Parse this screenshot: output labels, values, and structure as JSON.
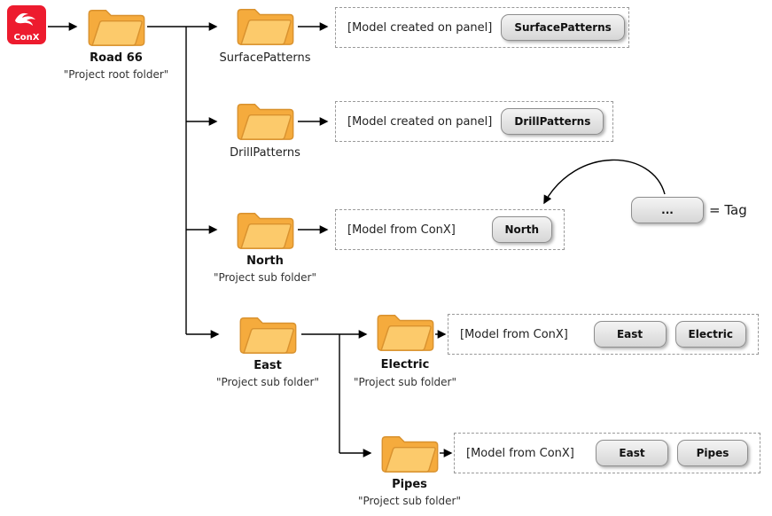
{
  "logo": {
    "text": "ConX"
  },
  "folders": {
    "root": {
      "name": "Road 66",
      "subtitle": "\"Project root folder\""
    },
    "surface": {
      "name": "SurfacePatterns"
    },
    "drill": {
      "name": "DrillPatterns"
    },
    "north": {
      "name": "North",
      "subtitle": "\"Project sub folder\""
    },
    "east": {
      "name": "East",
      "subtitle": "\"Project sub folder\""
    },
    "electric": {
      "name": "Electric",
      "subtitle": "\"Project sub folder\""
    },
    "pipes": {
      "name": "Pipes",
      "subtitle": "\"Project sub folder\""
    }
  },
  "boxes": {
    "surface": {
      "label": "[Model created on panel]",
      "tags": [
        "SurfacePatterns"
      ]
    },
    "drill": {
      "label": "[Model created on panel]",
      "tags": [
        "DrillPatterns"
      ]
    },
    "north": {
      "label": "[Model from ConX]",
      "tags": [
        "North"
      ]
    },
    "electric": {
      "label": "[Model from ConX]",
      "tags": [
        "East",
        "Electric"
      ]
    },
    "pipes": {
      "label": "[Model from ConX]",
      "tags": [
        "East",
        "Pipes"
      ]
    }
  },
  "legend": {
    "tag_sample": "...",
    "label": "= Tag"
  },
  "colors": {
    "logo_red": "#ED1B2E",
    "folder_body": "#F5AB3D",
    "folder_front": "#FCCA6B",
    "tag_background": "#DCDCDC",
    "connector": "#000000"
  }
}
